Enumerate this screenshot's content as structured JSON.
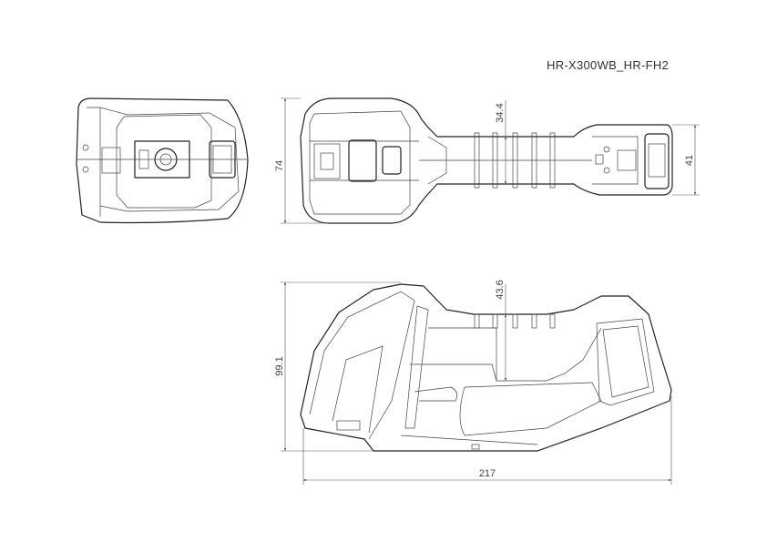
{
  "title": "HR-X300WB_HR-FH2",
  "dimensions": {
    "top_height": "74",
    "handle_width": "34.4",
    "head_width": "41",
    "side_height": "99.1",
    "grip_height": "43.6",
    "overall_length": "217"
  }
}
